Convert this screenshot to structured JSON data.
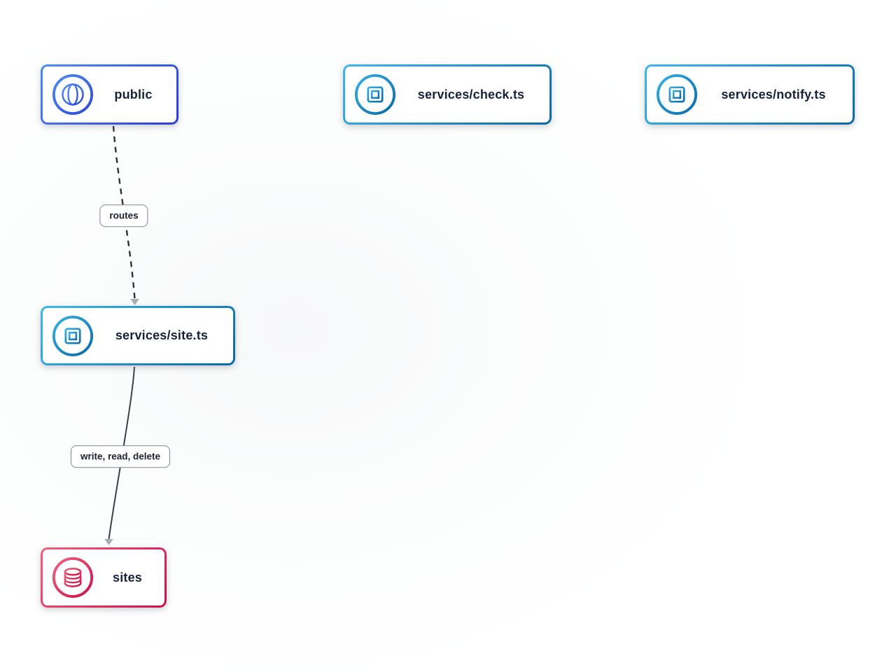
{
  "diagram": {
    "nodes": [
      {
        "id": "public",
        "label": "public",
        "icon": "globe-icon",
        "kind": "api-gateway",
        "accent_from": "#4f8cf2",
        "accent_to": "#2b3ed2"
      },
      {
        "id": "services-check",
        "label": "services/check.ts",
        "icon": "chip-icon",
        "kind": "service",
        "accent_from": "#3eb7ea",
        "accent_to": "#0a6aa7"
      },
      {
        "id": "services-notify",
        "label": "services/notify.ts",
        "icon": "chip-icon",
        "kind": "service",
        "accent_from": "#3eb7ea",
        "accent_to": "#0a6aa7"
      },
      {
        "id": "services-site",
        "label": "services/site.ts",
        "icon": "chip-icon",
        "kind": "service",
        "accent_from": "#3eb7ea",
        "accent_to": "#0a6aa7"
      },
      {
        "id": "sites",
        "label": "sites",
        "icon": "database-icon",
        "kind": "database",
        "accent_from": "#f2617f",
        "accent_to": "#ce0e47"
      }
    ],
    "edges": [
      {
        "from": "public",
        "to": "services-site",
        "label": "routes",
        "line_style": "dashed",
        "line_color": "#262b34",
        "arrow_color": "#a9adb5"
      },
      {
        "from": "services-site",
        "to": "sites",
        "label": "write, read, delete",
        "line_style": "solid",
        "line_color": "#3c4048",
        "arrow_color": "#a9adb5"
      }
    ],
    "colors": {
      "node_background": "#ffffff",
      "node_label_text": "#17213c",
      "edge_label_text": "#1a2133",
      "edge_label_border": "#7e8798",
      "canvas_background": "#ffffff"
    }
  }
}
